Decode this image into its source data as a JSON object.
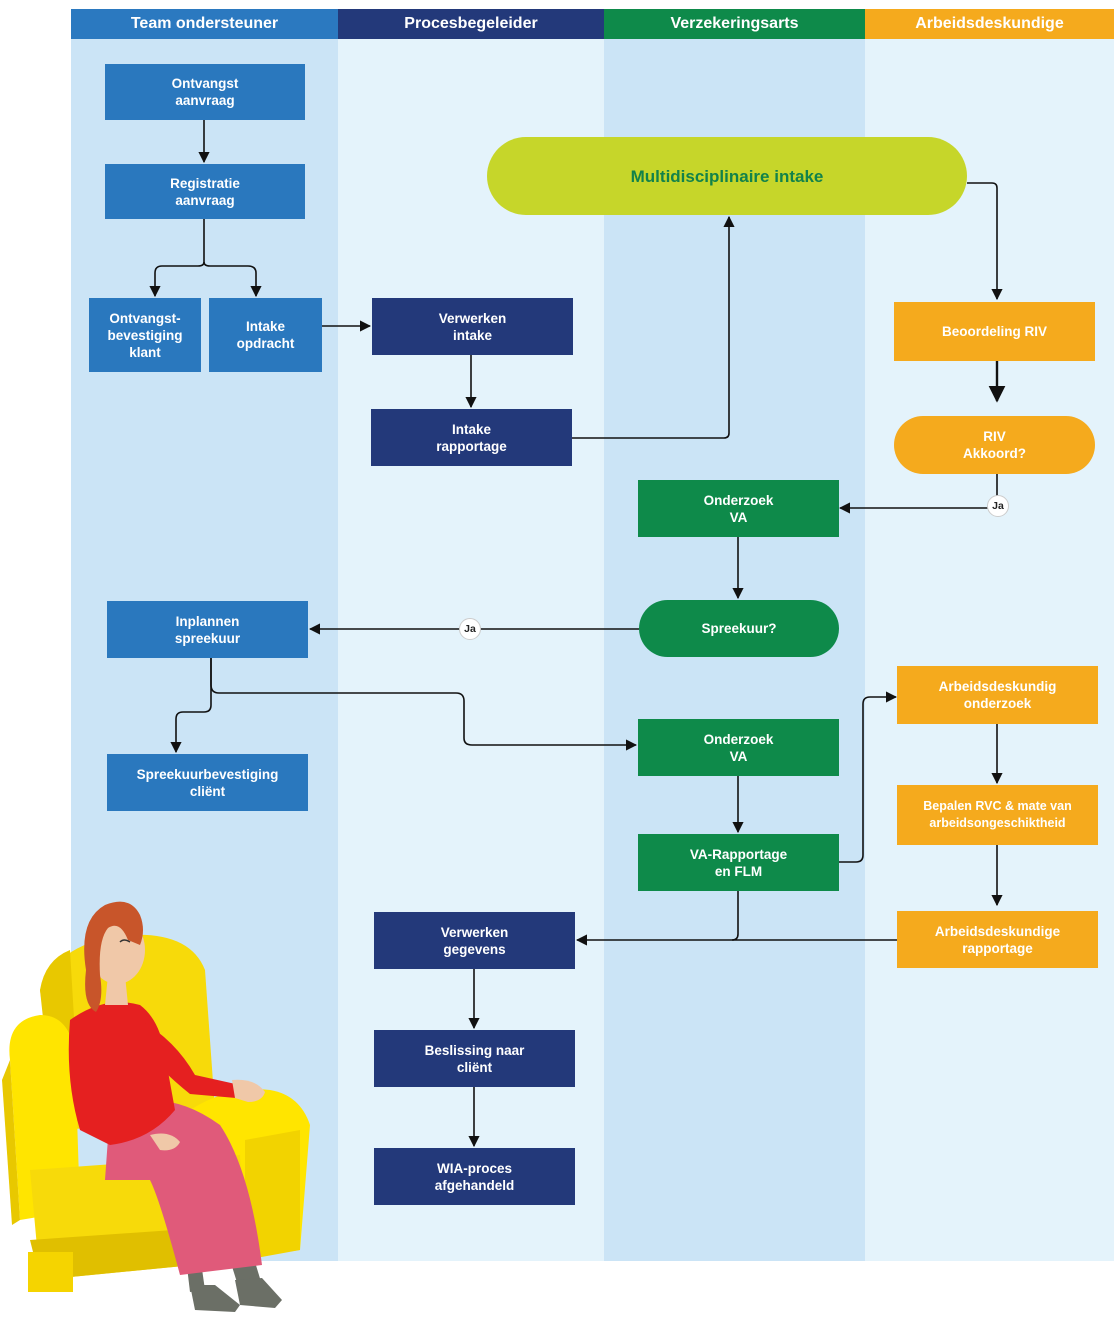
{
  "colors": {
    "lane_light": "#cbe4f6",
    "lane_lighter": "#e4f3fb",
    "header_team": "#2b79c0",
    "header_proces": "#23397a",
    "header_verzekeringsarts": "#0e8a4a",
    "header_arbeidsdeskundige": "#f5aa1d",
    "box_blue": "#2a78be",
    "box_navy": "#23397a",
    "box_green": "#0e8a4a",
    "box_orange": "#f5aa1d",
    "box_lime": "#c6d62a"
  },
  "lanes": [
    {
      "id": "team",
      "title": "Team ondersteuner"
    },
    {
      "id": "proces",
      "title": "Procesbegeleider"
    },
    {
      "id": "va",
      "title": "Verzekeringsarts"
    },
    {
      "id": "ad",
      "title": "Arbeidsdeskundige"
    }
  ],
  "nodes": {
    "ontvangst": "Ontvangst\naanvraag",
    "registratie": "Registratie\naanvraag",
    "ontvangstbevestiging": "Ontvangst-\nbevestiging\nklant",
    "intake_opdracht": "Intake\nopdracht",
    "verwerken_intake": "Verwerken\nintake",
    "intake_rapportage": "Intake\nrapportage",
    "multidisciplinaire": "Multidisciplinaire intake",
    "beoordeling_riv": "Beoordeling RIV",
    "riv_akkoord": "RIV\nAkkoord?",
    "onderzoek_va_1": "Onderzoek\nVA",
    "spreekuur": "Spreekuur?",
    "inplannen": "Inplannen\nspreekuur",
    "spreekuurbevestiging": "Spreekuurbevestiging\ncliënt",
    "onderzoek_va_2": "Onderzoek\nVA",
    "va_rapportage": "VA-Rapportage\nen FLM",
    "ad_onderzoek": "Arbeidsdeskundig\nonderzoek",
    "bepalen_rvc": "Bepalen RVC & mate van\narbeidsongeschiktheid",
    "ad_rapportage": "Arbeidsdeskundige\nrapportage",
    "verwerken_gegevens": "Verwerken\ngegevens",
    "beslissing": "Beslissing naar\ncliënt",
    "wia_afgehandeld": "WIA-proces\nafgehandeld"
  },
  "edge_labels": {
    "riv_ja": "Ja",
    "spreekuur_ja": "Ja"
  },
  "illustration": "woman-in-armchair"
}
